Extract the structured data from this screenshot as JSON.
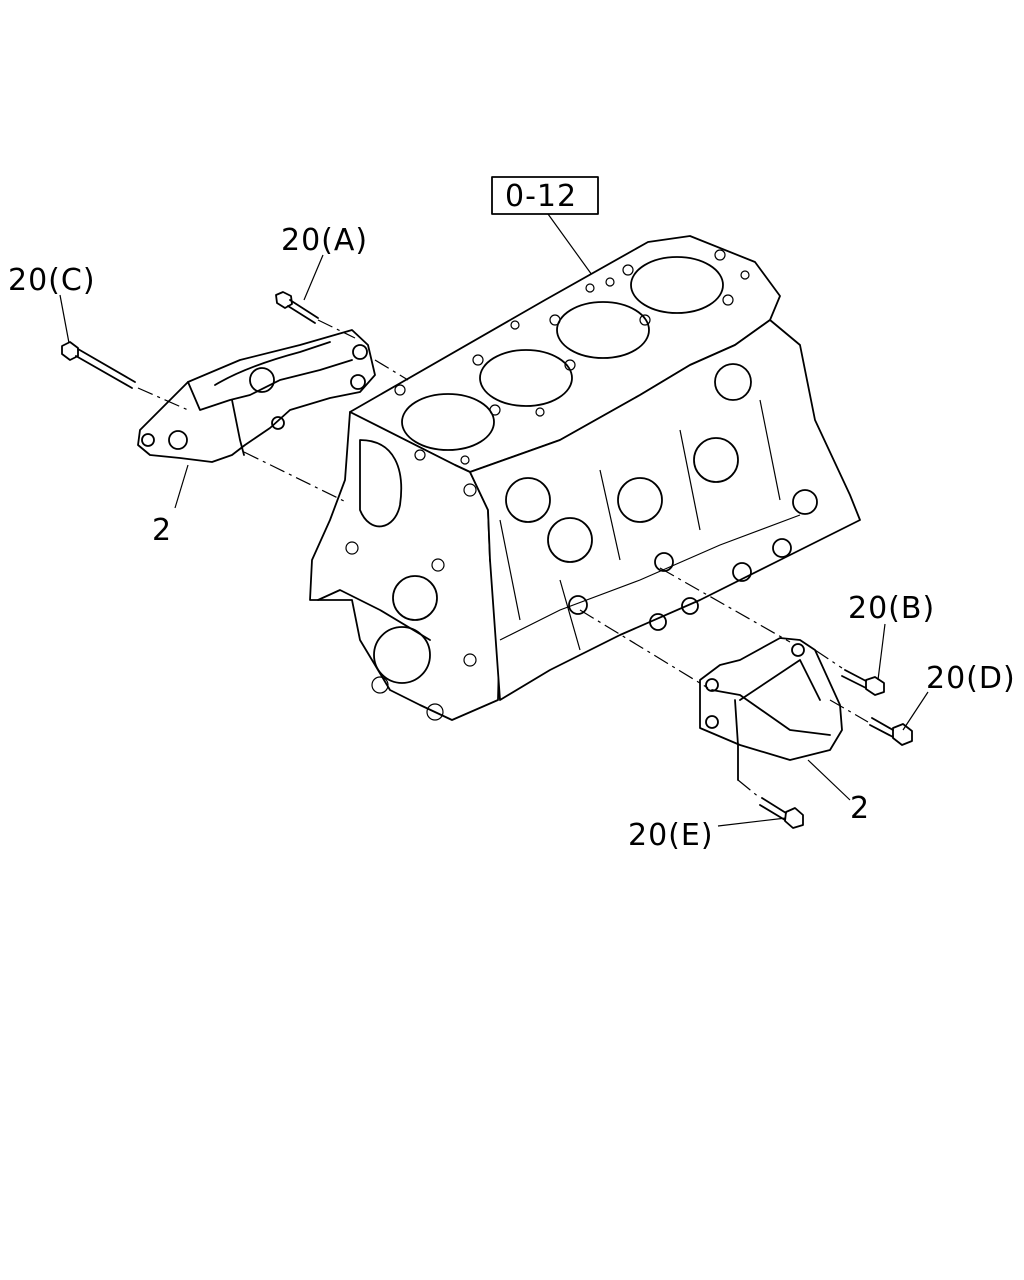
{
  "diagram": {
    "reference_box": "0-12",
    "callouts": {
      "bolt_a": "20(A)",
      "bolt_b": "20(B)",
      "bolt_c": "20(C)",
      "bolt_d": "20(D)",
      "bolt_e": "20(E)",
      "bracket_left": "2",
      "bracket_right": "2"
    },
    "parts": [
      "engine-block",
      "engine-mount-bracket-left",
      "engine-mount-bracket-right",
      "bolt"
    ]
  }
}
